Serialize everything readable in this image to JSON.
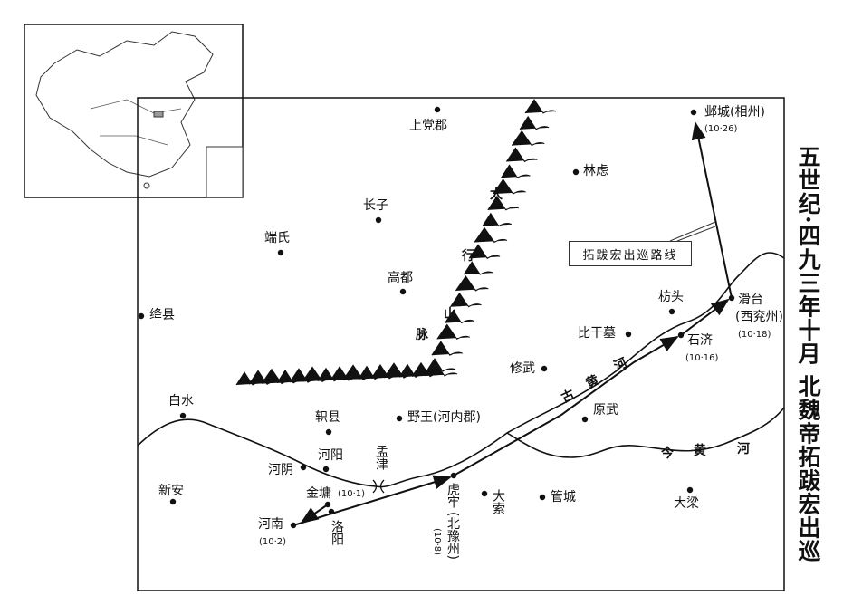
{
  "title": "五世纪·四九三年十月 北魏帝拓跋宏出巡",
  "legend": {
    "route_label": "拓跋宏出巡路线"
  },
  "places": {
    "shangdang": "上党郡",
    "yecheng": "邺城(相州)",
    "yecheng_date": "(10·26)",
    "linlu": "林虑",
    "zhangzi": "长子",
    "duanshi": "端氏",
    "gaodu": "高都",
    "jiangxian": "绛县",
    "bigan": "比干墓",
    "fangtou": "枋头",
    "shiji": "石济",
    "shiji_date": "(10·16)",
    "huatai": "滑台",
    "huatai_sub": "(西兖州)",
    "huatai_date": "(10·18)",
    "xiuwu": "修武",
    "baishui": "白水",
    "zhixian": "轵县",
    "yewang": "野王(河内郡)",
    "yuanwu": "原武",
    "heyang": "河阳",
    "heyin": "河阴",
    "mengjin": "孟津",
    "xinan": "新安",
    "jinyong": "金墉",
    "jinyong_date": "(10·1)",
    "luoyang": "洛阳",
    "henan": "河南",
    "henan_date": "(10·2)",
    "hulao": "虎牢",
    "hulao_sub": "(北豫州)",
    "hulao_date": "(10·8)",
    "dasuo": "大索",
    "guancheng": "管城",
    "daliang": "大梁"
  },
  "mountains": {
    "c1": "太",
    "c2": "行",
    "c3": "山",
    "c4": "脉"
  },
  "rivers": {
    "old": [
      "古",
      "黄",
      "河"
    ],
    "new": [
      "今",
      "黄",
      "河"
    ]
  }
}
